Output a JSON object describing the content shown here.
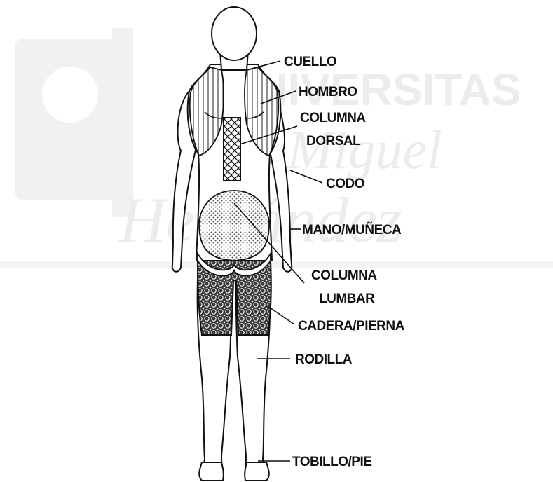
{
  "watermark": {
    "line1": "UNIVERSITAS",
    "line2": "Miguel",
    "line3": "Hernández"
  },
  "labels": {
    "cuello": "CUELLO",
    "hombro": "HOMBRO",
    "columna_dorsal_1": "COLUMNA",
    "columna_dorsal_2": "DORSAL",
    "codo": "CODO",
    "mano_muneca": "MANO/MUÑECA",
    "columna_lumbar_1": "COLUMNA",
    "columna_lumbar_2": "LUMBAR",
    "cadera_pierna": "CADERA/PIERNA",
    "rodilla": "RODILLA",
    "tobillo_pie": "TOBILLO/PIE"
  }
}
